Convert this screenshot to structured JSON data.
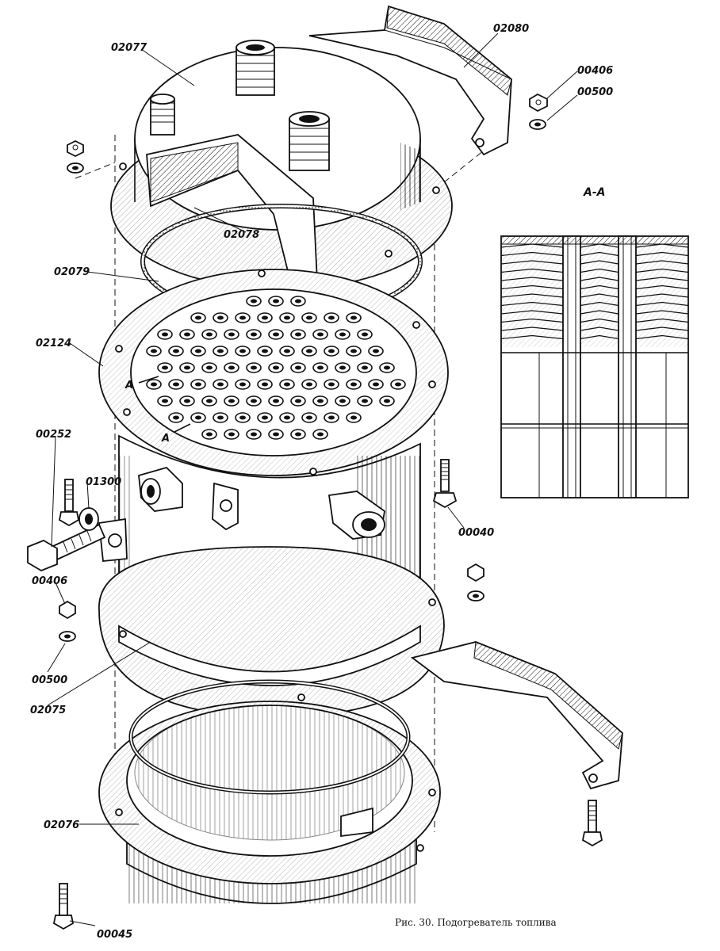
{
  "figure": {
    "caption": "Рис. 30. Подогреватель топлива",
    "section_label": "А-А",
    "section_marks": [
      "А",
      "А"
    ]
  },
  "parts": [
    {
      "id": "02077",
      "label": "02077"
    },
    {
      "id": "02080",
      "label": "02080"
    },
    {
      "id": "00406a",
      "label": "00406"
    },
    {
      "id": "00500a",
      "label": "00500"
    },
    {
      "id": "02078",
      "label": "02078"
    },
    {
      "id": "02079",
      "label": "02079"
    },
    {
      "id": "02124",
      "label": "02124"
    },
    {
      "id": "00252",
      "label": "00252"
    },
    {
      "id": "01300",
      "label": "01300"
    },
    {
      "id": "00040",
      "label": "00040"
    },
    {
      "id": "00406b",
      "label": "00406"
    },
    {
      "id": "00500b",
      "label": "00500"
    },
    {
      "id": "02075",
      "label": "02075"
    },
    {
      "id": "02076",
      "label": "02076"
    },
    {
      "id": "00045",
      "label": "00045"
    }
  ]
}
